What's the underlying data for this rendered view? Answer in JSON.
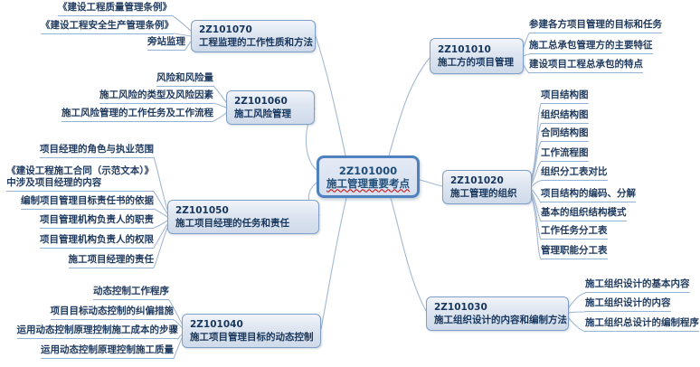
{
  "central": {
    "code": "2Z101000",
    "title": "施工管理重要考点"
  },
  "branches": [
    {
      "code": "2Z101070",
      "title": "工程监理的工作性质和方法",
      "children": [
        "《建设工程质量管理条例》",
        "《建设工程安全生产管理条例》",
        "旁站监理"
      ]
    },
    {
      "code": "2Z101060",
      "title": "施工风险管理",
      "children": [
        "风险和风险量",
        "施工风险的类型及风险因素",
        "施工风险管理的工作任务及工作流程"
      ]
    },
    {
      "code": "2Z101050",
      "title": "施工项目经理的任务和责任",
      "children": [
        "项目经理的角色与执业范围",
        "《建设工程施工合同（示范文本）》\n中涉及项目经理的内容",
        "编制项目管理目标责任书的依据",
        "项目管理机构负责人的职责",
        "项目管理机构负责人的权限",
        "施工项目经理的责任"
      ]
    },
    {
      "code": "2Z101040",
      "title": "施工项目管理目标的动态控制",
      "children": [
        "动态控制工作程序",
        "项目目标动态控制的纠偏措施",
        "运用动态控制原理控制施工成本的步骤",
        "运用动态控制原理控制施工质量"
      ]
    },
    {
      "code": "2Z101010",
      "title": "施工方的项目管理",
      "children": [
        "参建各方项目管理的目标和任务",
        "施工总承包管理方的主要特征",
        "建设项目工程总承包的特点"
      ]
    },
    {
      "code": "2Z101020",
      "title": "施工管理的组织",
      "children": [
        "项目结构图",
        "组织结构图",
        "合同结构图",
        "工作流程图",
        "组织分工表对比",
        "项目结构的编码、分解",
        "基本的组织结构模式",
        "工作任务分工表",
        "管理职能分工表"
      ]
    },
    {
      "code": "2Z101030",
      "title": "施工组织设计的内容和编制方法",
      "children": [
        "施工组织设计的基本内容",
        "施工组织设计的内容",
        "施工组织总设计的编制程序"
      ]
    }
  ],
  "colors": {
    "node_border": "#7f9fc6",
    "node_fill": "#dde5f0",
    "central_border": "#4f81bd",
    "text": "#17365d",
    "connector": "#a3b8d3",
    "underline": "#95b3d7"
  }
}
